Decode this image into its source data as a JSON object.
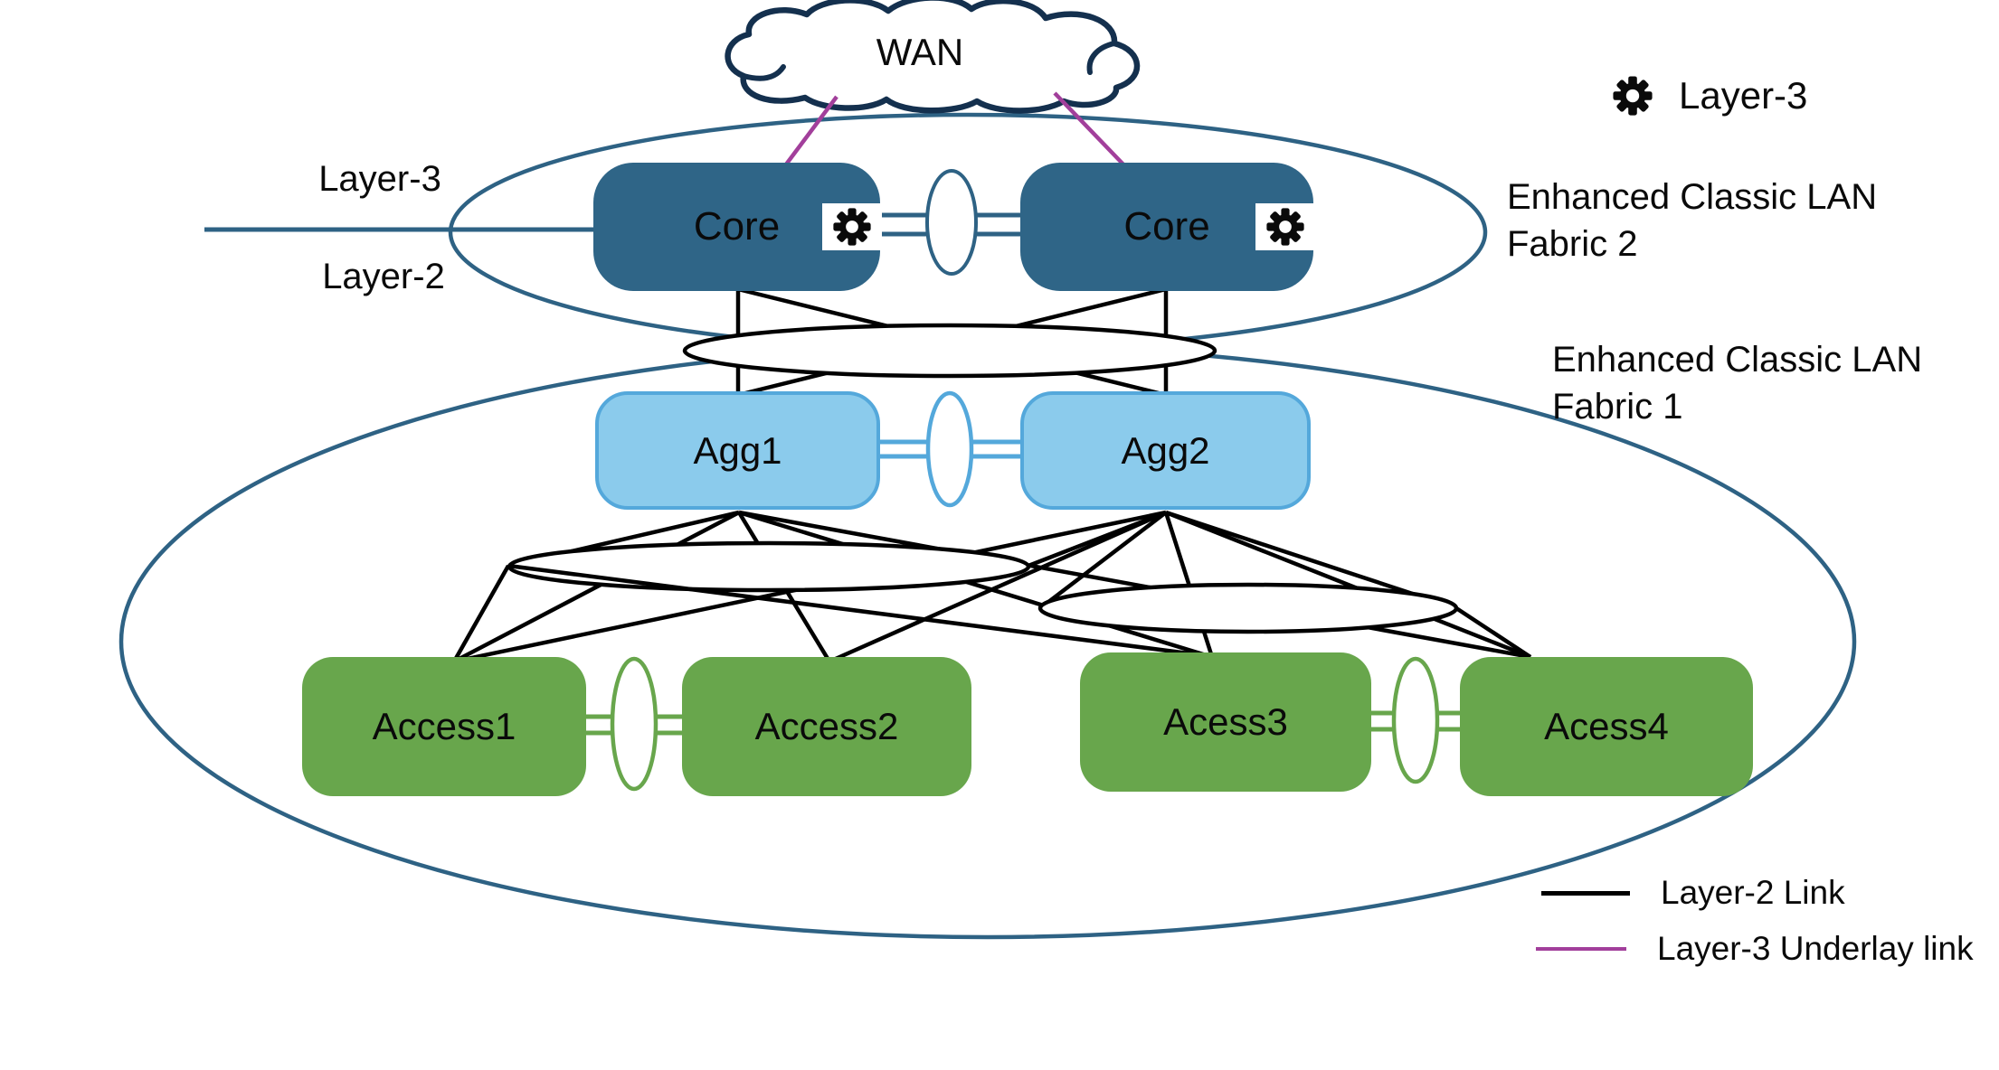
{
  "labels": {
    "wan": "WAN",
    "boundary_layer3": "Layer-3",
    "boundary_layer2": "Layer-2",
    "fabric2_line1": "Enhanced Classic LAN",
    "fabric2_line2": "Fabric 2",
    "fabric1_line1": "Enhanced Classic LAN",
    "fabric1_line2": "Fabric 1"
  },
  "nodes": {
    "core1": {
      "label": "Core"
    },
    "core2": {
      "label": "Core"
    },
    "agg1": {
      "label": "Agg1"
    },
    "agg2": {
      "label": "Agg2"
    },
    "access1": {
      "label": "Access1"
    },
    "access2": {
      "label": "Access2"
    },
    "access3": {
      "label": "Acess3"
    },
    "access4": {
      "label": "Acess4"
    }
  },
  "legend": {
    "layer3_routing": {
      "label": "Layer-3",
      "icon": "gear-icon"
    },
    "layer2_link": {
      "label": "Layer-2 Link",
      "swatch_color": "#000000"
    },
    "layer3_underlay": {
      "label": "Layer-3 Underlay link",
      "swatch_color": "#A23F9B"
    }
  },
  "colors": {
    "core_fill": "#2F6587",
    "agg_fill": "#8BCBEC",
    "agg_border": "#54A8DB",
    "access_fill": "#68A64C",
    "fabric_stroke": "#2E6284",
    "layer2_link": "#000000",
    "layer3_underlay": "#A23F9B",
    "cloud_stroke": "#14304E",
    "text": "#0A0A0A"
  }
}
